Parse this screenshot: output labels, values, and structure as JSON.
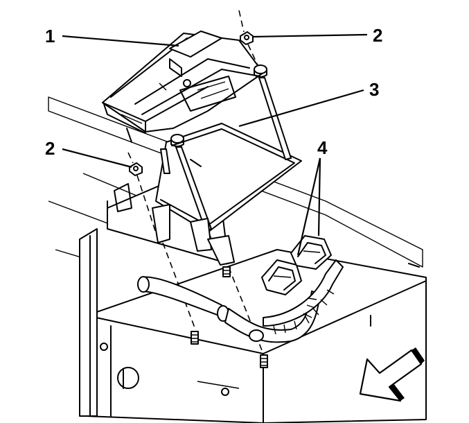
{
  "callouts": [
    {
      "id": "1",
      "label": "1"
    },
    {
      "id": "2a",
      "label": "2"
    },
    {
      "id": "3",
      "label": "3"
    },
    {
      "id": "2b",
      "label": "2"
    },
    {
      "id": "4",
      "label": "4"
    }
  ]
}
